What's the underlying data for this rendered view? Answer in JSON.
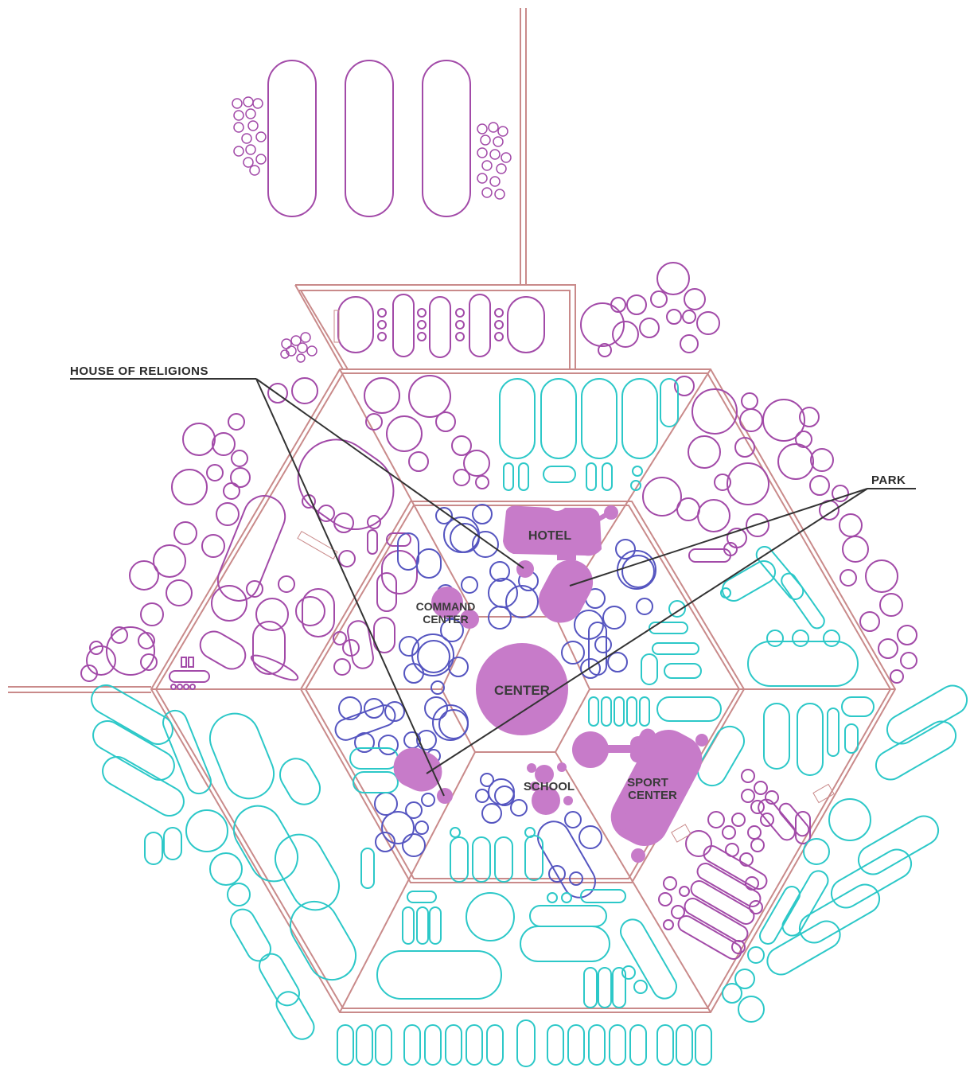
{
  "labels": {
    "hotel": "HOTEL",
    "command": "COMMAND",
    "command2": "CENTER",
    "center": "CENTER",
    "school": "SCHOOL",
    "sport": "SPORT",
    "sport2": "CENTER"
  },
  "callouts": {
    "religions": "HOUSE OF RELIGIONS",
    "park": "PARK"
  },
  "colors": {
    "road": "#c98a8a",
    "purple": "#a24aa8",
    "fill": "#c77bc9",
    "blue": "#5555c0",
    "teal": "#2cc8c8",
    "leader": "#333333"
  }
}
